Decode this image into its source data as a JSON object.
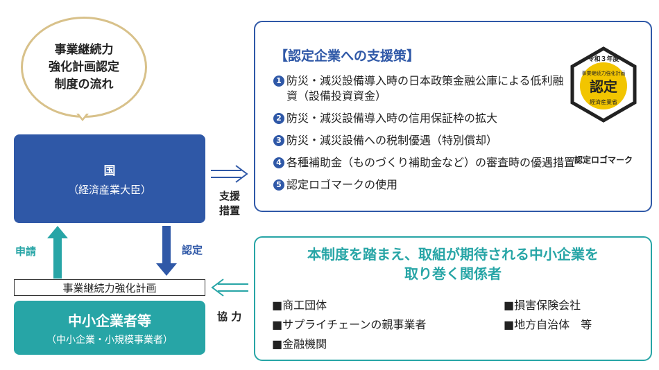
{
  "title": {
    "line1": "事業継続力",
    "line2": "強化計画認定",
    "line3": "制度の流れ"
  },
  "government": {
    "name": "国",
    "detail": "（経済産業大臣）"
  },
  "plan_label": "事業継続力強化計画",
  "sme": {
    "name": "中小企業者等",
    "detail": "（中小企業・小規模事業者）"
  },
  "flow_labels": {
    "apply": "申請",
    "certify": "認定",
    "support_line1": "支援",
    "support_line2": "措置",
    "cooperation": "協 力"
  },
  "support": {
    "heading": "【認定企業への支援策】",
    "items": [
      {
        "num": "1",
        "text": "防災・減災設備導入時の日本政策金融公庫による低利融資（設備投資資金）"
      },
      {
        "num": "2",
        "text": "防災・減災設備導入時の信用保証枠の拡大"
      },
      {
        "num": "3",
        "text": "防災・減災設備への税制優遇（特別償却）"
      },
      {
        "num": "4",
        "text": "各種補助金（ものづくり補助金など）の審査時の優遇措置"
      },
      {
        "num": "5",
        "text": "認定ロゴマークの使用"
      }
    ]
  },
  "logo": {
    "year": "令和３年度",
    "arc": "事業継続力強化計画",
    "mark": "認定",
    "ministry": "経済産業省",
    "caption": "認定ロゴマーク"
  },
  "stakeholders": {
    "heading_line1": "本制度を踏まえ、取組が期待される中小企業を",
    "heading_line2": "取り巻く関係者",
    "items": [
      "■商工団体",
      "■サプライチェーンの親事業者",
      "■金融機関",
      "■損害保険会社",
      "■地方自治体　等"
    ]
  },
  "colors": {
    "blue": "#2f58a7",
    "teal": "#27a5a6",
    "gold": "#d8c18a"
  }
}
